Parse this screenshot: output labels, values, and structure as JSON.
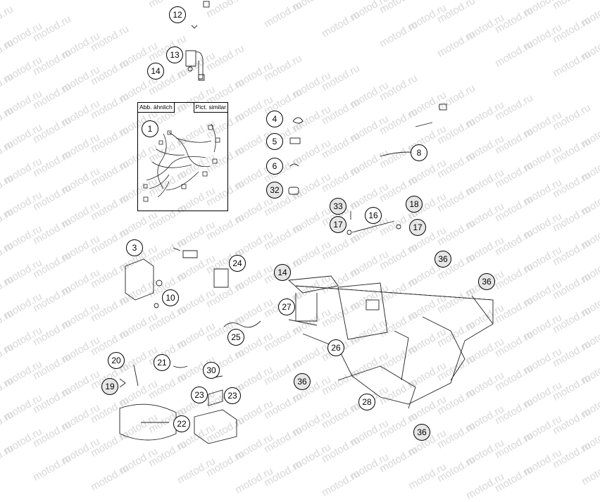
{
  "watermark": "motod.ru",
  "inset": {
    "label_left": "Abb. ähnlich",
    "label_right": "Pict. similar"
  },
  "callouts": {
    "c12": "12",
    "c13": "13",
    "c14a": "14",
    "c1": "1",
    "c4": "4",
    "c5": "5",
    "c6": "6",
    "c32": "32",
    "c8": "8",
    "c33": "33",
    "c16": "16",
    "c18": "18",
    "c17a": "17",
    "c17b": "17",
    "c3": "3",
    "c24": "24",
    "c10": "10",
    "c14b": "14",
    "c36a": "36",
    "c36b": "36",
    "c27": "27",
    "c25": "25",
    "c26": "26",
    "c20": "20",
    "c21": "21",
    "c30": "30",
    "c19": "19",
    "c36c": "36",
    "c23a": "23",
    "c23b": "23",
    "c28": "28",
    "c22": "22",
    "c36d": "36"
  }
}
